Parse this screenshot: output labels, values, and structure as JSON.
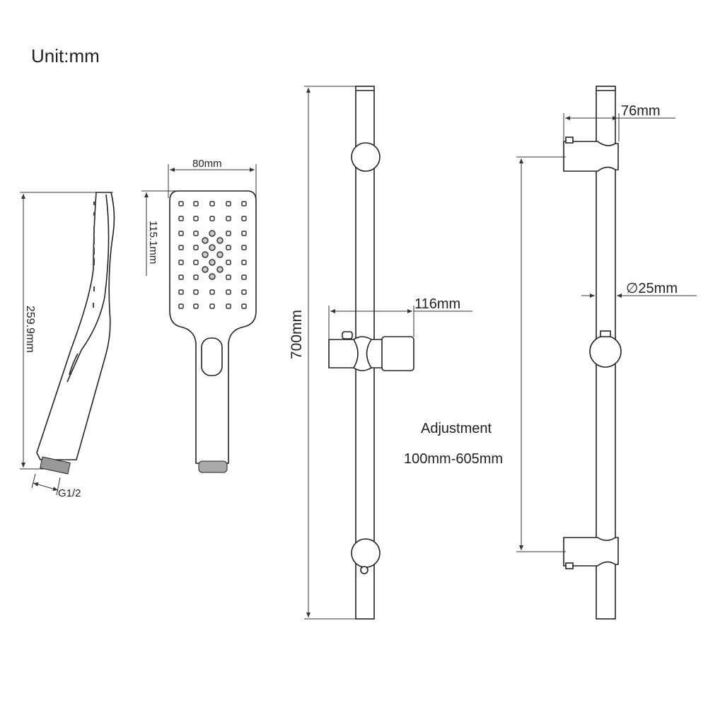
{
  "unit_label": "Unit:mm",
  "handshower": {
    "length": "259.9mm",
    "thread": "G1/2",
    "width": "80mm",
    "head_height": "115.1mm"
  },
  "rail_front": {
    "length": "700mm",
    "slider_width": "116mm",
    "adjustment_label": "Adjustment",
    "adjustment_range": "100mm-605mm"
  },
  "rail_side": {
    "bracket_depth": "76mm",
    "diameter": "∅25mm"
  }
}
